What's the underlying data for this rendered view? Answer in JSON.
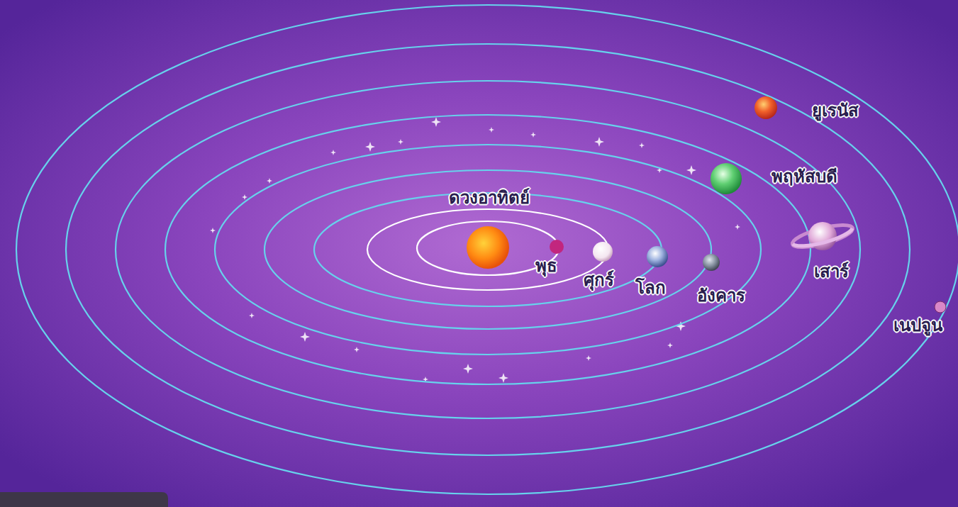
{
  "diagram": {
    "labels": [
      "ดวงอาทิตย์",
      "พุธ",
      "ศุกร์",
      "โลก",
      "อังคาร",
      "พฤหัสบดี",
      "เสาร์",
      "ยูเรนัส",
      "เนปจูน"
    ]
  }
}
